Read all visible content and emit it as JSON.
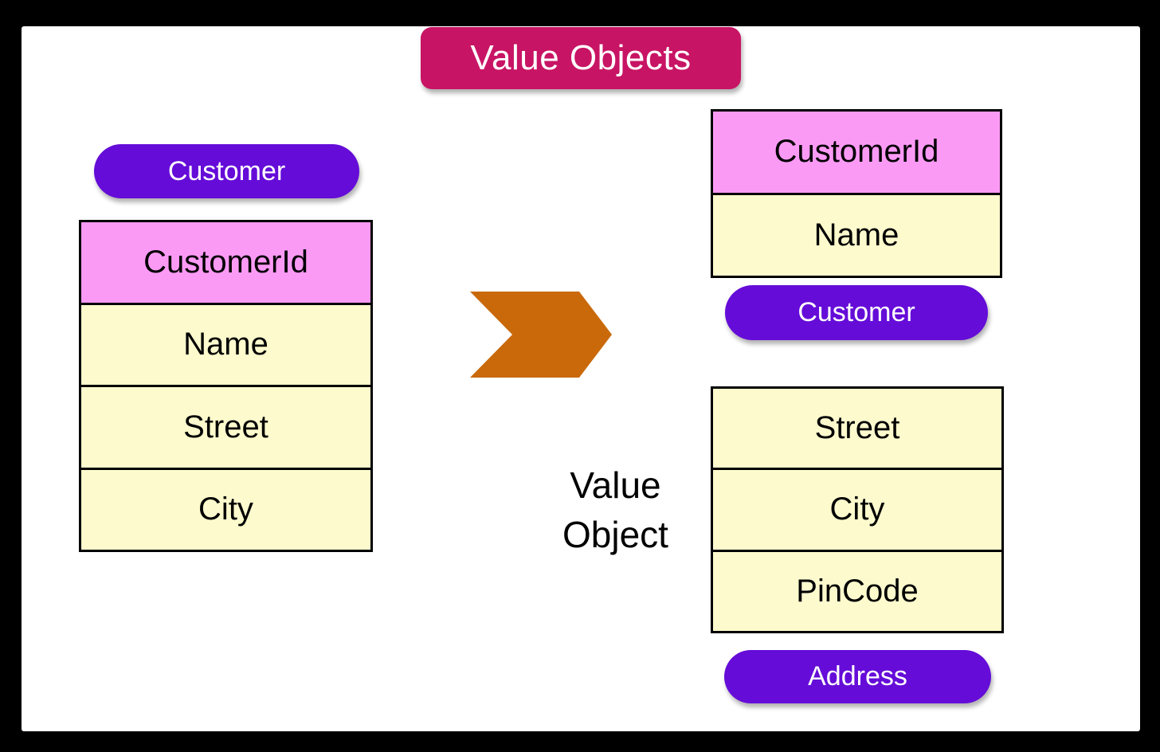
{
  "colors": {
    "frame": "#000000",
    "panel": "#ffffff",
    "title_badge": "#c81464",
    "entity_badge": "#650cd8",
    "id_row": "#fb9af5",
    "attr_row": "#fdfacd",
    "arrow": "#c9690a",
    "table_border": "#000000",
    "badge_text": "#ffffff",
    "table_text": "#000000"
  },
  "title": "Value Objects",
  "left_entity": {
    "badge": "Customer",
    "rows": [
      {
        "label": "CustomerId",
        "kind": "id"
      },
      {
        "label": "Name",
        "kind": "attr"
      },
      {
        "label": "Street",
        "kind": "attr"
      },
      {
        "label": "City",
        "kind": "attr"
      }
    ]
  },
  "arrow": {
    "icon": "chevron-right"
  },
  "annotation": {
    "line1": "Value",
    "line2": "Object"
  },
  "customer_result": {
    "rows": [
      {
        "label": "CustomerId",
        "kind": "id"
      },
      {
        "label": "Name",
        "kind": "attr"
      }
    ],
    "badge": "Customer"
  },
  "address_value_object": {
    "rows": [
      {
        "label": "Street",
        "kind": "attr"
      },
      {
        "label": "City",
        "kind": "attr"
      },
      {
        "label": "PinCode",
        "kind": "attr"
      }
    ],
    "badge": "Address"
  }
}
